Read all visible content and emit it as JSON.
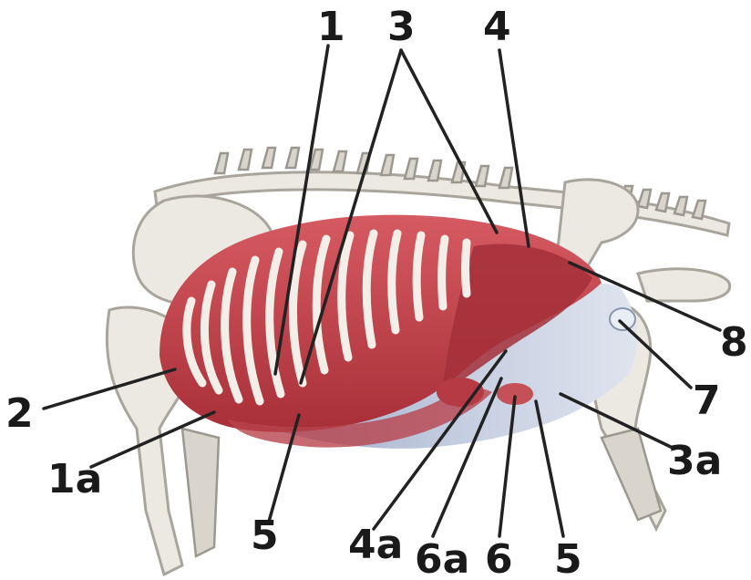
{
  "labels": {
    "l1": "1",
    "l3": "3",
    "l4": "4",
    "l8": "8",
    "l7": "7",
    "l2": "2",
    "l1a": "1a",
    "l3a": "3a",
    "l5_left": "5",
    "l4a": "4a",
    "l6a": "6a",
    "l6": "6",
    "l5_right": "5"
  },
  "colors": {
    "muscle": "#c8404a",
    "muscle_dark": "#9e2a33",
    "membrane": "#b9c3d6",
    "bone": "#ece9e2",
    "label": "#1a1a1a"
  }
}
